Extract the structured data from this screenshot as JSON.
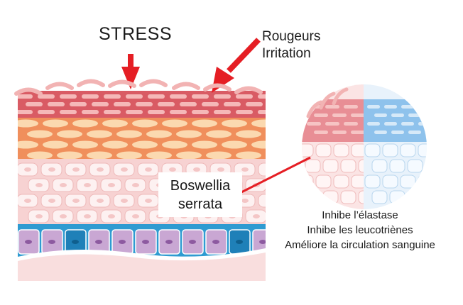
{
  "labels": {
    "stress": "STRESS",
    "rougeurs": "Rougeurs",
    "irritation": "Irritation",
    "boswellia_line1": "Boswellia",
    "boswellia_line2": "serrata"
  },
  "benefits": [
    "Inhibe l’élastase",
    "Inhibe les leucotriènes",
    "Améliore la circulation sanguine"
  ],
  "colors": {
    "arrow": "#e51e24",
    "stratum_corneum": "#d95b64",
    "orange_layer": "#f08f5c",
    "cell_layer": "#f7d2d2",
    "basal_blue": "#2f9bd1",
    "basal_purple": "#c9a7d3",
    "dermis": "#f9dede",
    "healthy_blue": "#8ec2ec"
  }
}
